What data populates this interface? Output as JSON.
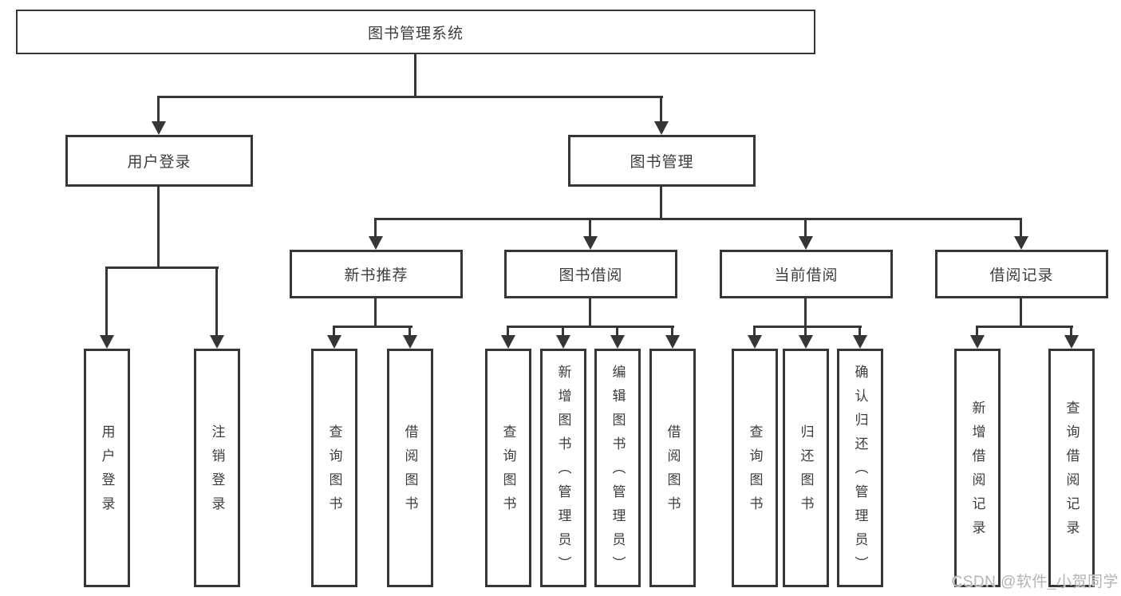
{
  "tree": {
    "root": "图书管理系统",
    "branches": [
      {
        "label": "用户登录",
        "children": [
          "用户登录",
          "注销登录"
        ]
      },
      {
        "label": "图书管理",
        "groups": [
          {
            "label": "新书推荐",
            "children": [
              "查询图书",
              "借阅图书"
            ]
          },
          {
            "label": "图书借阅",
            "children": [
              "查询图书",
              "新增图书（管理员）",
              "编辑图书（管理员）",
              "借阅图书"
            ]
          },
          {
            "label": "当前借阅",
            "children": [
              "查询图书",
              "归还图书",
              "确认归还（管理员）"
            ]
          },
          {
            "label": "借阅记录",
            "children": [
              "新增借阅记录",
              "查询借阅记录"
            ]
          }
        ]
      }
    ]
  },
  "watermark": "CSDN @软件_小贺同学",
  "colors": {
    "line": "#363636",
    "border": "#363636",
    "text": "#3d3d3d",
    "watermark": "#b4b4b4",
    "background": "#ffffff"
  }
}
